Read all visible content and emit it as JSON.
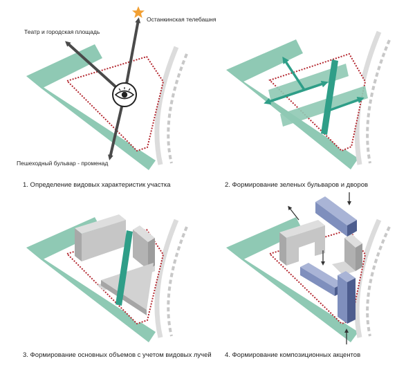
{
  "panels": [
    {
      "caption": "1. Определение видовых характеристик участка",
      "labels": {
        "tower": "Останкинская телебашня",
        "theatre": "Театр  и городская площадь",
        "boulevard": "Пешеходный бульвар - променад"
      }
    },
    {
      "caption": "2. Формирование зеленых бульваров и дворов"
    },
    {
      "caption": "3. Формирование основных объемов с учетом видовых лучей"
    },
    {
      "caption": "4. Формирование композиционных акцентов"
    }
  ],
  "colors": {
    "green": "#8fc9b4",
    "teal": "#2f9e88",
    "boundary": "#b3262e",
    "grey": "#c9c9c9",
    "grey_dark": "#9c9c9c",
    "blue": "#7f8fbd",
    "blue_dark": "#4d5d8e",
    "arrow": "#4a4a4a",
    "star": "#f2a033"
  },
  "icons": [
    "star-icon",
    "eye-icon"
  ]
}
